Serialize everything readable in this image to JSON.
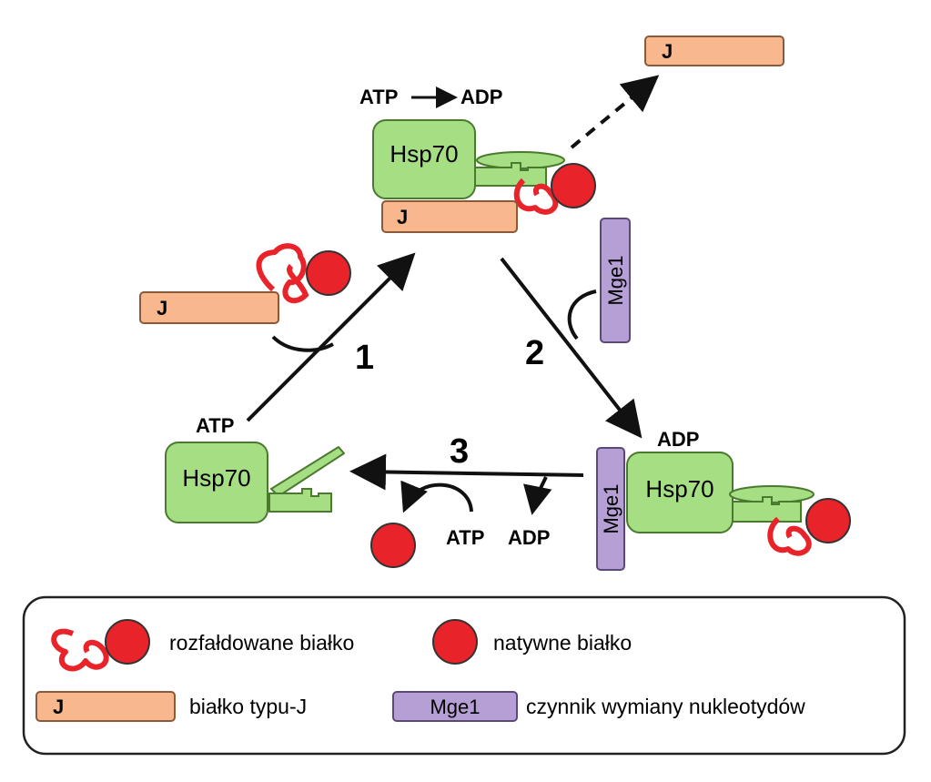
{
  "labels": {
    "hsp70": "Hsp70",
    "j": "J",
    "mge1": "Mge1",
    "atp": "ATP",
    "adp": "ADP"
  },
  "steps": {
    "s1": "1",
    "s2": "2",
    "s3": "3"
  },
  "legend": {
    "unfolded": "rozfałdowane białko",
    "native": "natywne białko",
    "jprotein": "białko typu-J",
    "nef": "czynnik wymiany nukleotydów"
  },
  "colors": {
    "hsp70_fill": "#a6de84",
    "hsp70_stroke": "#4a7a2e",
    "j_fill": "#f8b78c",
    "j_stroke": "#8a5a3a",
    "mge1_fill": "#b69fd4",
    "mge1_stroke": "#5a4a7a",
    "protein_red": "#e8232a",
    "arrow": "#111111"
  }
}
